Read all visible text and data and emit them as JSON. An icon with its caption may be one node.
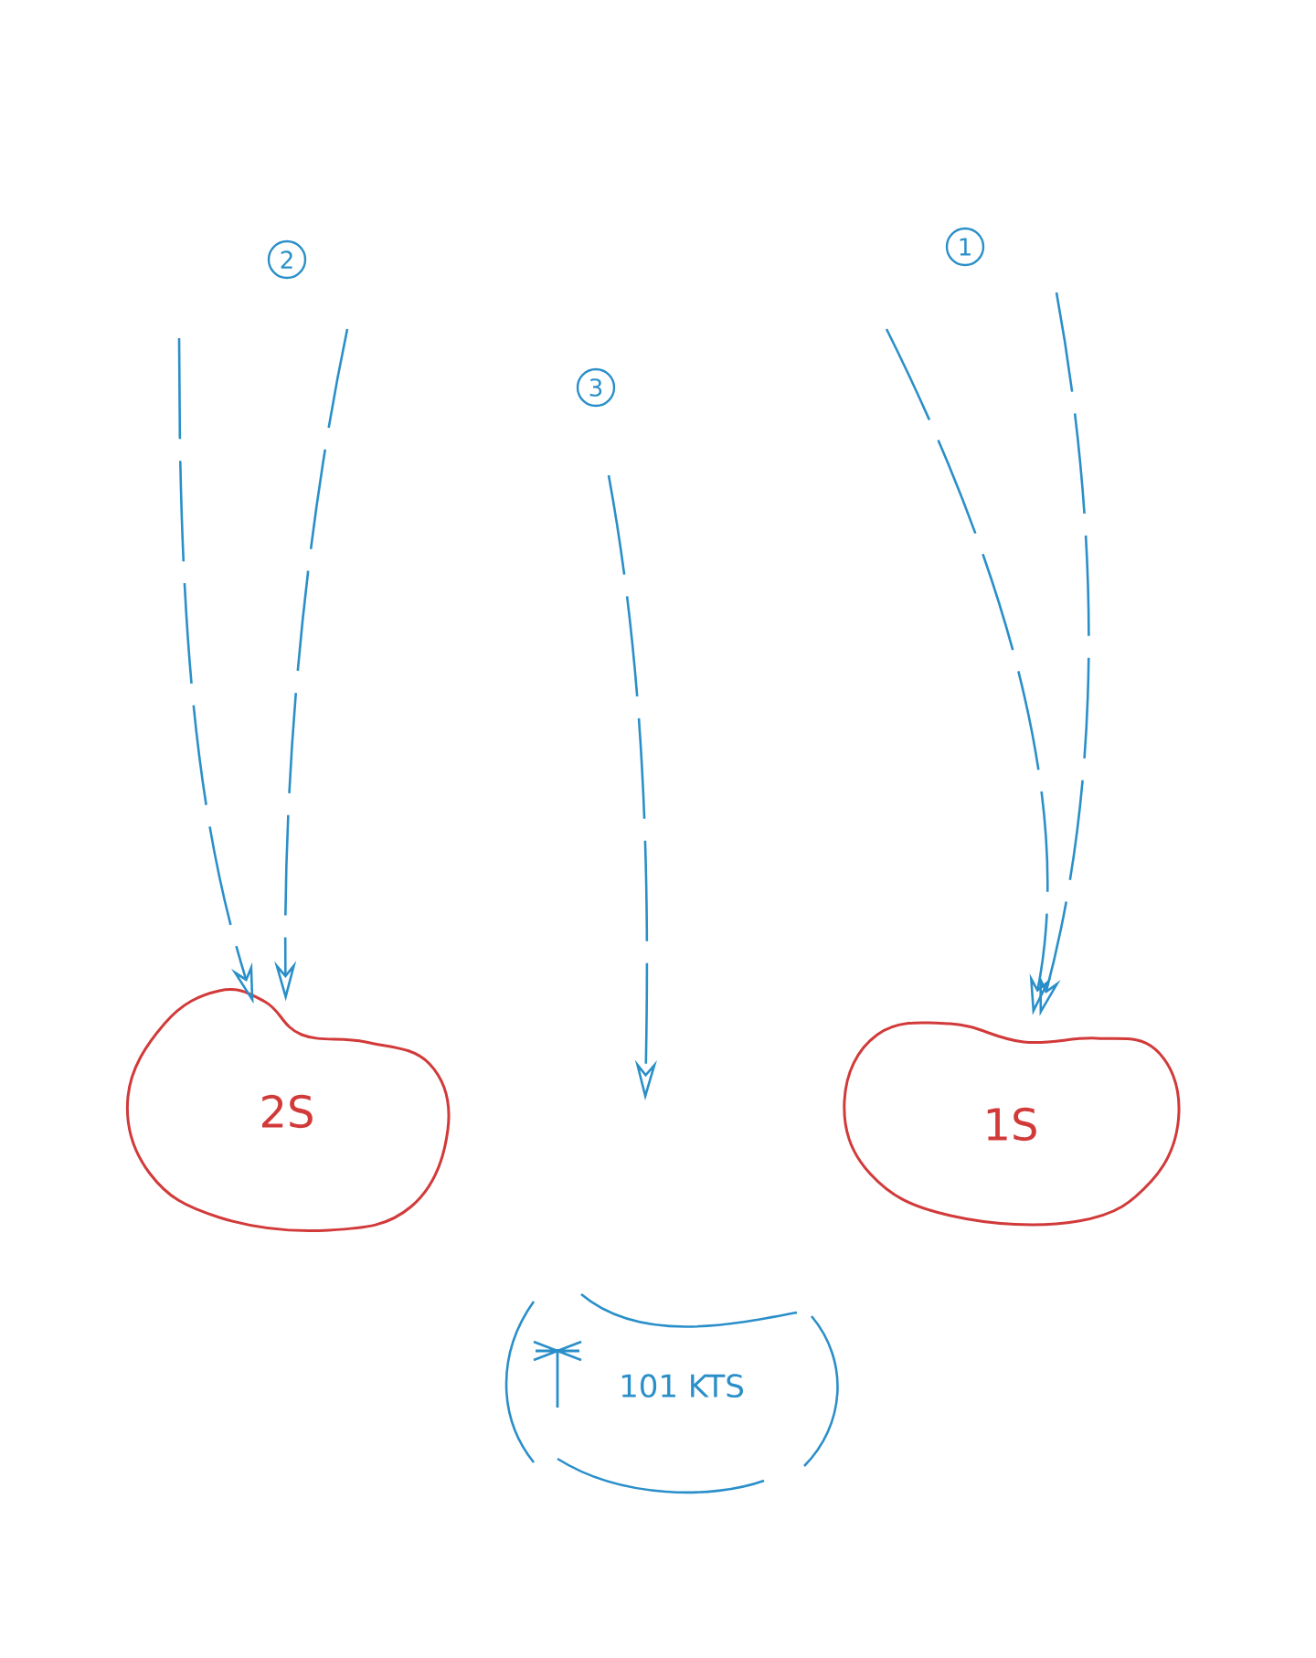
{
  "diagram": {
    "nodes": [
      {
        "text": [
          "2"
        ]
      },
      {
        "text": [
          "1"
        ]
      },
      {
        "text": [
          "3"
        ]
      },
      {
        "text": [
          "2S"
        ]
      },
      {
        "text": [
          "1S"
        ]
      },
      {
        "text": [
          "101 KTS"
        ]
      }
    ],
    "edges": [
      {
        "from": null,
        "to": 3,
        "arrow": "to",
        "style": "dashed"
      },
      {
        "from": null,
        "to": 3,
        "arrow": "to",
        "style": "dashed"
      },
      {
        "from": null,
        "to": 4,
        "arrow": "to",
        "style": "dashed"
      },
      {
        "from": null,
        "to": 4,
        "arrow": "to",
        "style": "dashed"
      }
    ]
  }
}
